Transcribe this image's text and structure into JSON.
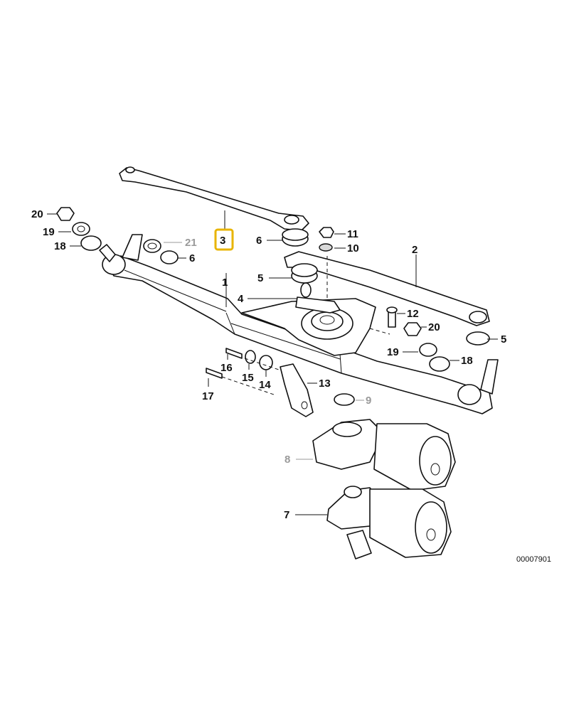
{
  "diagram": {
    "reference_code": "00007901",
    "highlight_color": "#e8b400",
    "callouts": [
      {
        "id": "c1",
        "label": "1",
        "highlighted": false,
        "greyed": false
      },
      {
        "id": "c2",
        "label": "2",
        "highlighted": false,
        "greyed": false
      },
      {
        "id": "c3",
        "label": "3",
        "highlighted": true,
        "greyed": false
      },
      {
        "id": "c4",
        "label": "4",
        "highlighted": false,
        "greyed": false
      },
      {
        "id": "c5a",
        "label": "5",
        "highlighted": false,
        "greyed": false
      },
      {
        "id": "c5b",
        "label": "5",
        "highlighted": false,
        "greyed": false
      },
      {
        "id": "c6a",
        "label": "6",
        "highlighted": false,
        "greyed": false
      },
      {
        "id": "c6b",
        "label": "6",
        "highlighted": false,
        "greyed": false
      },
      {
        "id": "c7",
        "label": "7",
        "highlighted": false,
        "greyed": false
      },
      {
        "id": "c8",
        "label": "8",
        "highlighted": false,
        "greyed": true
      },
      {
        "id": "c9",
        "label": "9",
        "highlighted": false,
        "greyed": true
      },
      {
        "id": "c10",
        "label": "10",
        "highlighted": false,
        "greyed": false
      },
      {
        "id": "c11",
        "label": "11",
        "highlighted": false,
        "greyed": false
      },
      {
        "id": "c12",
        "label": "12",
        "highlighted": false,
        "greyed": false
      },
      {
        "id": "c13",
        "label": "13",
        "highlighted": false,
        "greyed": false
      },
      {
        "id": "c14",
        "label": "14",
        "highlighted": false,
        "greyed": false
      },
      {
        "id": "c15",
        "label": "15",
        "highlighted": false,
        "greyed": false
      },
      {
        "id": "c16",
        "label": "16",
        "highlighted": false,
        "greyed": false
      },
      {
        "id": "c17",
        "label": "17",
        "highlighted": false,
        "greyed": false
      },
      {
        "id": "c18a",
        "label": "18",
        "highlighted": false,
        "greyed": false
      },
      {
        "id": "c18b",
        "label": "18",
        "highlighted": false,
        "greyed": false
      },
      {
        "id": "c19a",
        "label": "19",
        "highlighted": false,
        "greyed": false
      },
      {
        "id": "c19b",
        "label": "19",
        "highlighted": false,
        "greyed": false
      },
      {
        "id": "c20a",
        "label": "20",
        "highlighted": false,
        "greyed": false
      },
      {
        "id": "c20b",
        "label": "20",
        "highlighted": false,
        "greyed": false
      },
      {
        "id": "c21",
        "label": "21",
        "highlighted": false,
        "greyed": true
      }
    ]
  }
}
